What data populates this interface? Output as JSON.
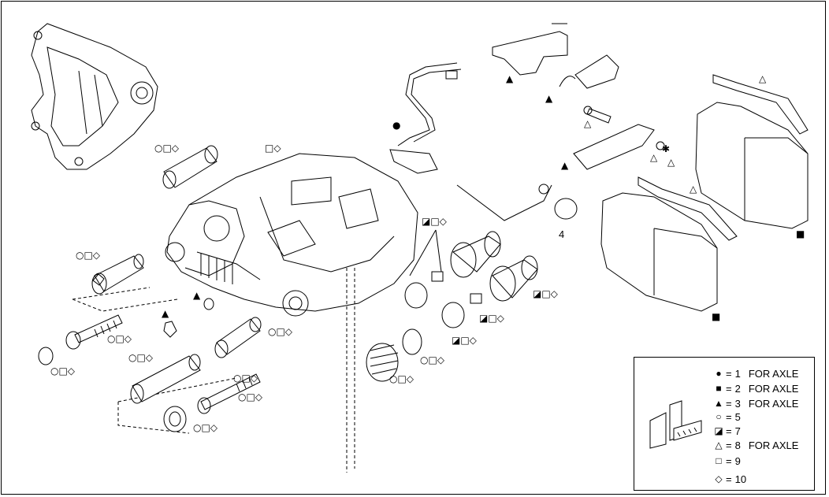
{
  "callouts": {
    "label_4": "4"
  },
  "legend": {
    "rows": [
      {
        "symbol": "●",
        "symbol_name": "filled-circle",
        "value": "1",
        "suffix": "FOR AXLE"
      },
      {
        "symbol": "■",
        "symbol_name": "filled-square",
        "value": "2",
        "suffix": "FOR AXLE"
      },
      {
        "symbol": "▲",
        "symbol_name": "filled-triangle",
        "value": "3",
        "suffix": "FOR AXLE"
      },
      {
        "symbol": "○",
        "symbol_name": "dashed-circle",
        "value": "5",
        "suffix": ""
      },
      {
        "symbol": "◪",
        "symbol_name": "half-filled-square",
        "value": "7",
        "suffix": ""
      },
      {
        "symbol": "△",
        "symbol_name": "open-triangle",
        "value": "8",
        "suffix": "FOR AXLE"
      },
      {
        "symbol": "□",
        "symbol_name": "open-square",
        "value": "9",
        "suffix": ""
      },
      {
        "symbol": "◇",
        "symbol_name": "open-diamond",
        "value": "10",
        "suffix": ""
      }
    ]
  },
  "colors": {
    "ink": "#000000",
    "paper": "#ffffff",
    "shade": "#d9d9d9"
  }
}
